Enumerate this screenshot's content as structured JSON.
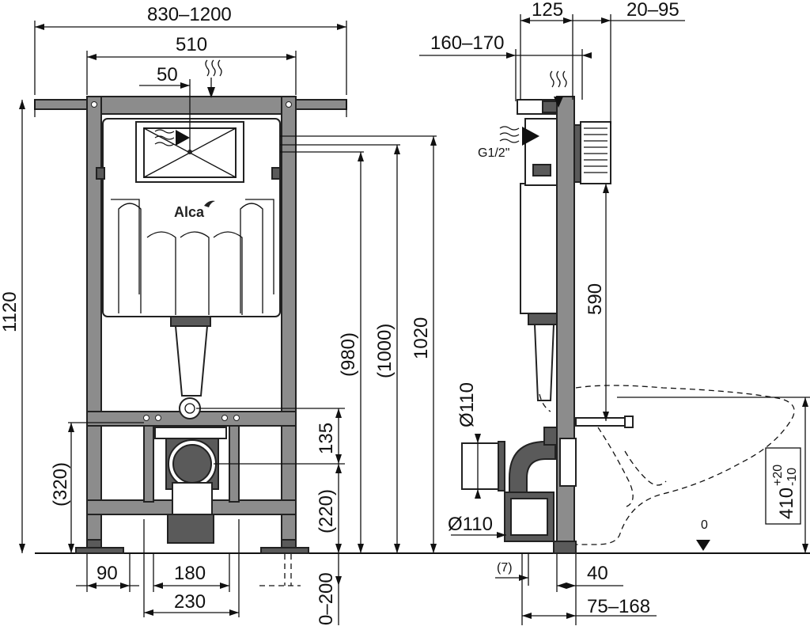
{
  "front": {
    "width_range": "830–1200",
    "width_510": "510",
    "dim_50": "50",
    "dim_1120": "1120",
    "dim_980": "(980)",
    "dim_1000": "(1000)",
    "dim_1020": "1020",
    "dim_135": "135",
    "dim_220": "(220)",
    "dim_320": "(320)",
    "dim_90": "90",
    "dim_180": "180",
    "dim_230": "230",
    "dim_0_200": "0–200",
    "logo": "Alca"
  },
  "side": {
    "dim_125": "125",
    "dim_20_95": "20–95",
    "dim_160_170": "160–170",
    "thread": "G1/2\"",
    "dim_590": "590",
    "pipe_top": "Ø110",
    "pipe_bottom": "Ø110",
    "floor_zero": "0",
    "dim_410": "410",
    "tol_plus": "+20",
    "tol_minus": "-10",
    "dim_7": "(7)",
    "dim_40": "40",
    "dim_75_168": "75–168"
  },
  "icons": {
    "water_supply": "water-supply-icon",
    "floor_marker": "floor-level-icon"
  }
}
